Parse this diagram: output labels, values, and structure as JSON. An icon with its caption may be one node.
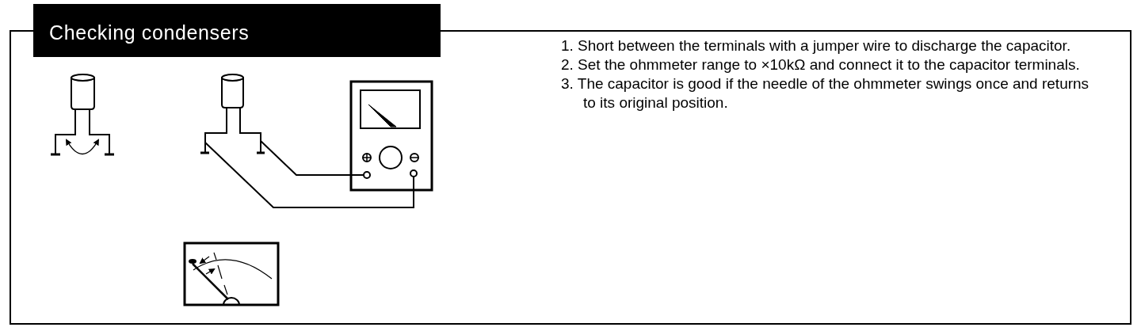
{
  "diagram": {
    "title": "Checking condensers",
    "labels": [
      "1. Short between the terminals with a jumper wire to discharge the capacitor.",
      "2. Set the ohmmeter range to ×10kΩ and connect it to the capacitor terminals.",
      "3. The capacitor is good if the needle of the ohmmeter swings once and returns to its original position."
    ]
  }
}
